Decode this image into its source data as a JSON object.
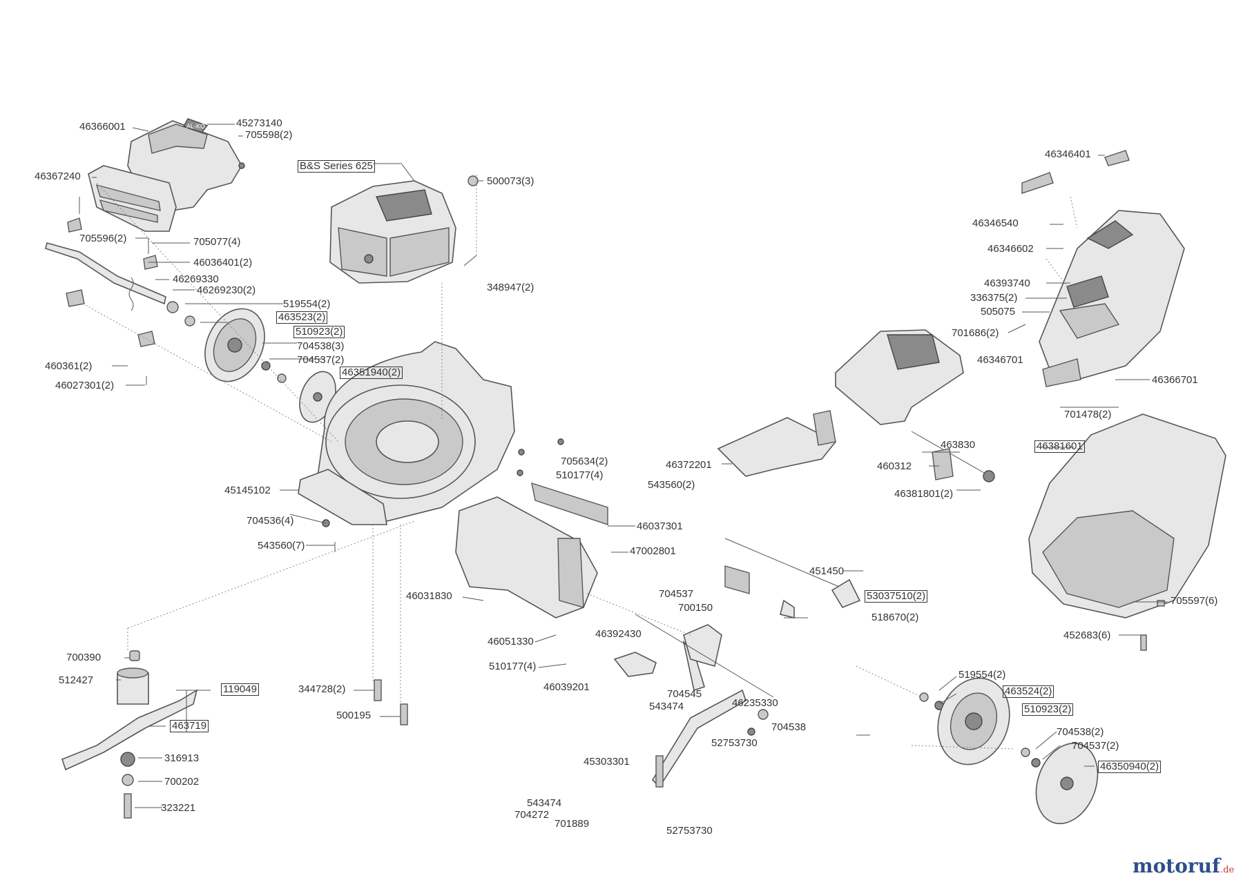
{
  "site_logo": {
    "brand": "motoruf",
    "tld": ".de"
  },
  "engine_label": "B&S Series 625",
  "deck_brand_text": "AL-KO",
  "labels": [
    {
      "id": "46366001",
      "text": "46366001",
      "boxed": false
    },
    {
      "id": "45273140",
      "text": "45273140",
      "boxed": false
    },
    {
      "id": "705598",
      "text": "705598(2)",
      "boxed": false
    },
    {
      "id": "46367240",
      "text": "46367240",
      "boxed": false
    },
    {
      "id": "705596",
      "text": "705596(2)",
      "boxed": false
    },
    {
      "id": "705077",
      "text": "705077(4)",
      "boxed": false
    },
    {
      "id": "46036401",
      "text": "46036401(2)",
      "boxed": false
    },
    {
      "id": "46269330",
      "text": "46269330",
      "boxed": false
    },
    {
      "id": "46269230",
      "text": "46269230(2)",
      "boxed": false
    },
    {
      "id": "519554a",
      "text": "519554(2)",
      "boxed": false
    },
    {
      "id": "463523",
      "text": "463523(2)",
      "boxed": true
    },
    {
      "id": "510923a",
      "text": "510923(2)",
      "boxed": true
    },
    {
      "id": "704538a",
      "text": "704538(3)",
      "boxed": false
    },
    {
      "id": "704537a",
      "text": "704537(2)",
      "boxed": false
    },
    {
      "id": "46351940",
      "text": "46351940(2)",
      "boxed": true
    },
    {
      "id": "460361",
      "text": "460361(2)",
      "boxed": false
    },
    {
      "id": "46027301",
      "text": "46027301(2)",
      "boxed": false
    },
    {
      "id": "500073",
      "text": "500073(3)",
      "boxed": false
    },
    {
      "id": "348947",
      "text": "348947(2)",
      "boxed": false
    },
    {
      "id": "705634",
      "text": "705634(2)",
      "boxed": false
    },
    {
      "id": "510177a",
      "text": "510177(4)",
      "boxed": false
    },
    {
      "id": "543560a",
      "text": "543560(2)",
      "boxed": false
    },
    {
      "id": "45145102",
      "text": "45145102",
      "boxed": false
    },
    {
      "id": "704536",
      "text": "704536(4)",
      "boxed": false
    },
    {
      "id": "543560b",
      "text": "543560(7)",
      "boxed": false
    },
    {
      "id": "46037301",
      "text": "46037301",
      "boxed": false
    },
    {
      "id": "47002801",
      "text": "47002801",
      "boxed": false
    },
    {
      "id": "46031830",
      "text": "46031830",
      "boxed": false
    },
    {
      "id": "46051330",
      "text": "46051330",
      "boxed": false
    },
    {
      "id": "510177b",
      "text": "510177(4)",
      "boxed": false
    },
    {
      "id": "700390",
      "text": "700390",
      "boxed": false
    },
    {
      "id": "512427",
      "text": "512427",
      "boxed": false
    },
    {
      "id": "119049",
      "text": "119049",
      "boxed": true
    },
    {
      "id": "463719",
      "text": "463719",
      "boxed": true
    },
    {
      "id": "316913",
      "text": "316913",
      "boxed": false
    },
    {
      "id": "700202",
      "text": "700202",
      "boxed": false
    },
    {
      "id": "323221",
      "text": "323221",
      "boxed": false
    },
    {
      "id": "344728",
      "text": "344728(2)",
      "boxed": false
    },
    {
      "id": "500195",
      "text": "500195",
      "boxed": false
    },
    {
      "id": "704537b",
      "text": "704537",
      "boxed": false
    },
    {
      "id": "700150",
      "text": "700150",
      "boxed": false
    },
    {
      "id": "46392430",
      "text": "46392430",
      "boxed": false
    },
    {
      "id": "46039201",
      "text": "46039201",
      "boxed": false
    },
    {
      "id": "704545",
      "text": "704545",
      "boxed": false
    },
    {
      "id": "543474a",
      "text": "543474",
      "boxed": false
    },
    {
      "id": "46235330",
      "text": "46235330",
      "boxed": false
    },
    {
      "id": "704538b",
      "text": "704538",
      "boxed": false
    },
    {
      "id": "52753730a",
      "text": "52753730",
      "boxed": false
    },
    {
      "id": "45303301",
      "text": "45303301",
      "boxed": false
    },
    {
      "id": "543474b",
      "text": "543474",
      "boxed": false
    },
    {
      "id": "704272",
      "text": "704272",
      "boxed": false
    },
    {
      "id": "701889",
      "text": "701889",
      "boxed": false
    },
    {
      "id": "52753730b",
      "text": "52753730",
      "boxed": false
    },
    {
      "id": "46372201",
      "text": "46372201",
      "boxed": false
    },
    {
      "id": "46346701",
      "text": "46346701",
      "boxed": false
    },
    {
      "id": "463830",
      "text": "463830",
      "boxed": false
    },
    {
      "id": "460312",
      "text": "460312",
      "boxed": false
    },
    {
      "id": "46381801",
      "text": "46381801(2)",
      "boxed": false
    },
    {
      "id": "451450",
      "text": "451450",
      "boxed": false
    },
    {
      "id": "53037510",
      "text": "53037510(2)",
      "boxed": true
    },
    {
      "id": "518670",
      "text": "518670(2)",
      "boxed": false
    },
    {
      "id": "519554b",
      "text": "519554(2)",
      "boxed": false
    },
    {
      "id": "463524",
      "text": "463524(2)",
      "boxed": true
    },
    {
      "id": "510923b",
      "text": "510923(2)",
      "boxed": true
    },
    {
      "id": "704538c",
      "text": "704538(2)",
      "boxed": false
    },
    {
      "id": "704537c",
      "text": "704537(2)",
      "boxed": false
    },
    {
      "id": "46350940",
      "text": "46350940(2)",
      "boxed": true
    },
    {
      "id": "46346401",
      "text": "46346401",
      "boxed": false
    },
    {
      "id": "46346540",
      "text": "46346540",
      "boxed": false
    },
    {
      "id": "46346602",
      "text": "46346602",
      "boxed": false
    },
    {
      "id": "46393740",
      "text": "46393740",
      "boxed": false
    },
    {
      "id": "336375",
      "text": "336375(2)",
      "boxed": false
    },
    {
      "id": "505075",
      "text": "505075",
      "boxed": false
    },
    {
      "id": "701686",
      "text": "701686(2)",
      "boxed": false
    },
    {
      "id": "46366701",
      "text": "46366701",
      "boxed": false
    },
    {
      "id": "701478",
      "text": "701478(2)",
      "boxed": false
    },
    {
      "id": "46381601",
      "text": "46381601",
      "boxed": true
    },
    {
      "id": "705597",
      "text": "705597(6)",
      "boxed": false
    },
    {
      "id": "452683",
      "text": "452683(6)",
      "boxed": false
    }
  ]
}
